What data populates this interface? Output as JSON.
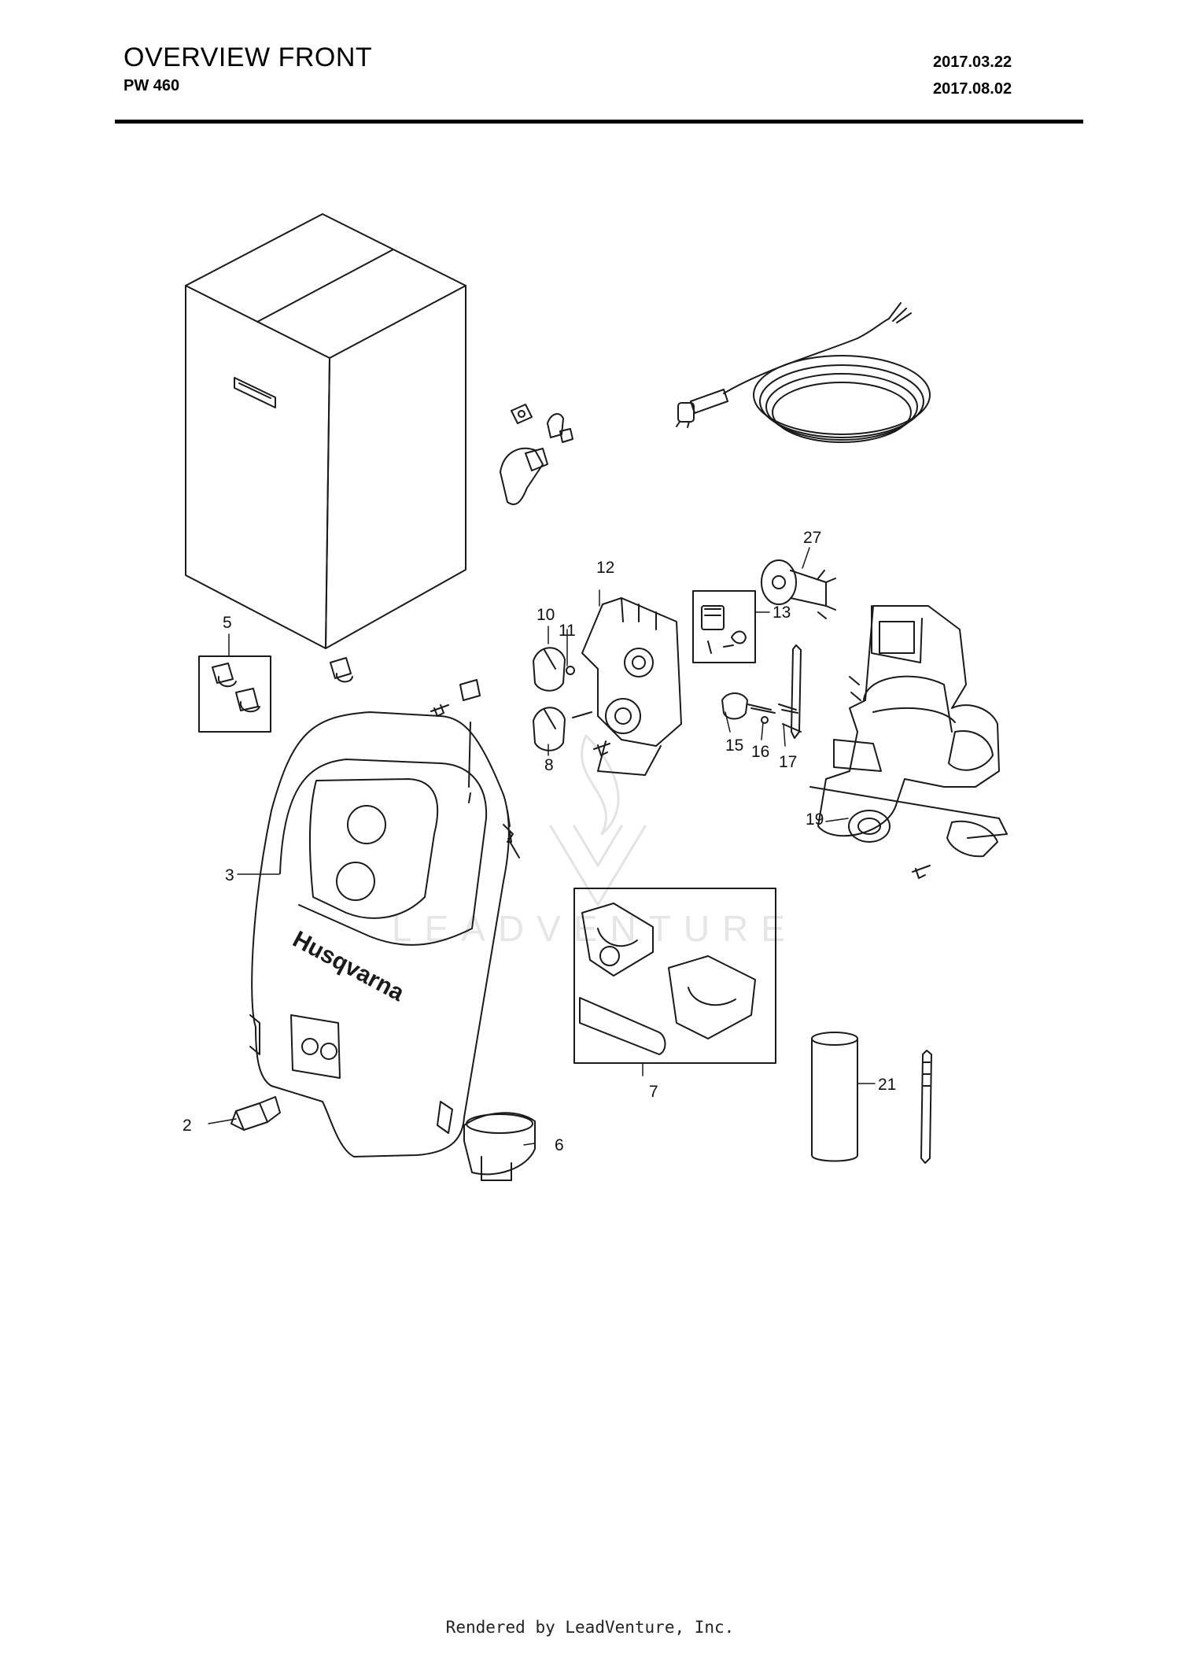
{
  "header": {
    "title": "OVERVIEW FRONT",
    "model": "PW 460",
    "date_1": "2017.03.22",
    "date_2": "2017.08.02"
  },
  "watermark": {
    "text": "LEADVENTURE"
  },
  "callouts": {
    "c2": "2",
    "c3": "3",
    "c5": "5",
    "c6": "6",
    "c7": "7",
    "c8": "8",
    "c10": "10",
    "c11": "11",
    "c12": "12",
    "c13": "13",
    "c15": "15",
    "c16": "16",
    "c17": "17",
    "c19": "19",
    "c21": "21",
    "c27": "27"
  },
  "parts": {
    "housing_brand": "Husqvarna",
    "icons": [
      "box-icon",
      "power-cord-icon",
      "wall-bracket-icon",
      "knob-icon",
      "switch-icon",
      "motor-assembly-icon",
      "screw-icon",
      "hose-holder-icon",
      "cable-tie-icon"
    ]
  },
  "footer": {
    "text": "Rendered by LeadVenture, Inc."
  },
  "colors": {
    "line": "#1a1a1a",
    "watermark": "#e6e6e6",
    "rule": "#000000"
  }
}
